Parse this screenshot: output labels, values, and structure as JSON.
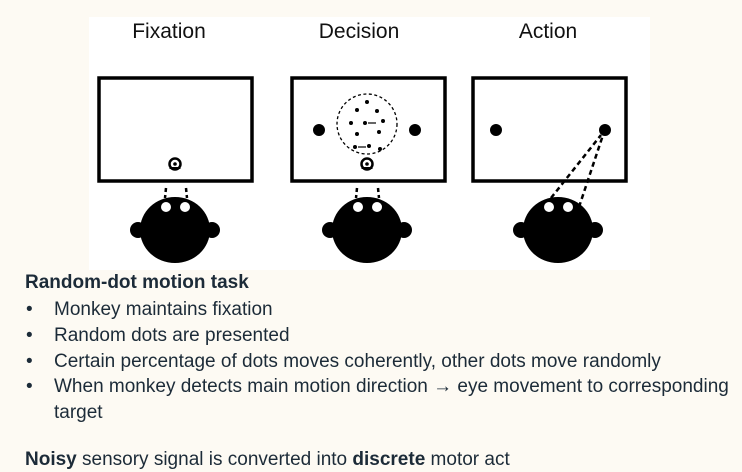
{
  "figure": {
    "stages": [
      "Fixation",
      "Decision",
      "Action"
    ]
  },
  "task": {
    "title": "Random-dot motion task",
    "bullet_symbol": "•",
    "bullets": [
      "Monkey maintains fixation",
      "Random dots are presented",
      "Certain percentage of dots moves coherently, other dots move randomly",
      "When monkey detects main motion direction → eye movement to corresponding target"
    ]
  },
  "conclusion": {
    "part1": "Noisy",
    "part2": " sensory signal is converted into ",
    "part3": "discrete",
    "part4": " motor act"
  },
  "colors": {
    "background": "#FDFAF3",
    "text": "#1c2b38",
    "figure_ink": "#000000"
  }
}
